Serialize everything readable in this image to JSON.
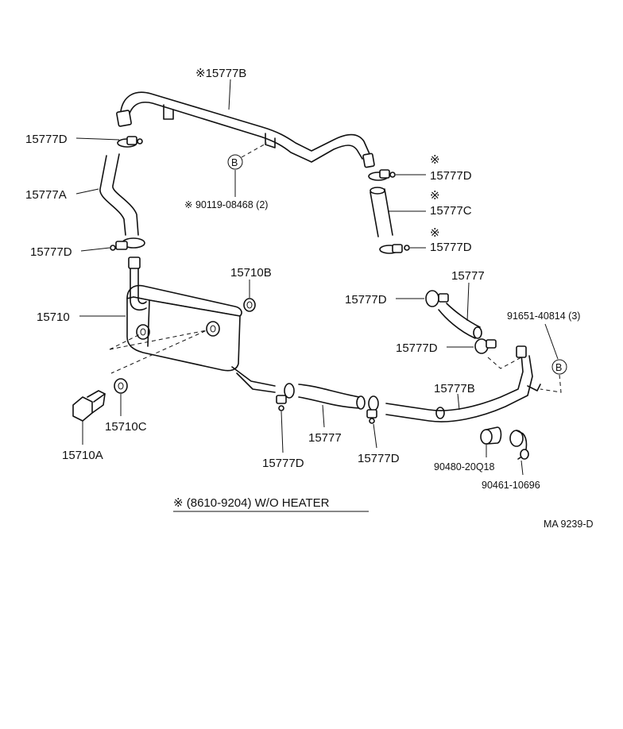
{
  "labels": {
    "top_hose": "※15777B",
    "clamp_top_left": "15777D",
    "hose_a": "15777A",
    "clamp_mid_left": "15777D",
    "bolt_ref": "※ 90119-08468 (2)",
    "ref_b": "B",
    "ref_b2": "B",
    "clamp_right_top_mark": "※",
    "clamp_right_top": "15777D",
    "hose_c_mark": "※",
    "hose_c": "15777C",
    "clamp_right_bottom_mark": "※",
    "clamp_right_bottom": "15777D",
    "gasket_b": "15710B",
    "cooler": "15710",
    "hose_right": "15777",
    "clamp_right_a": "15777D",
    "clamp_right_b": "15777D",
    "bolt_right": "91651-40814 (3)",
    "hose_b_lower": "15777B",
    "union_bolt": "15710A",
    "gasket_c": "15710C",
    "hose_lower": "15777",
    "clamp_lower_a": "15777D",
    "clamp_lower_b": "15777D",
    "cap_a": "90480-20Q18",
    "cap_b": "90461-10696",
    "note": "※ (8610-9204) W/O HEATER",
    "code": "MA 9239-D"
  }
}
